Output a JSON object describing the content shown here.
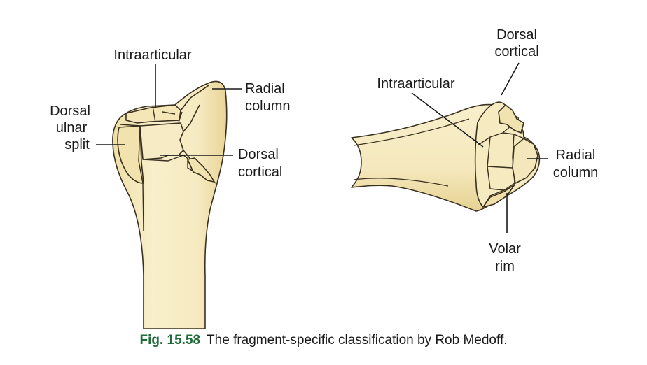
{
  "left_view": {
    "labels": {
      "intraarticular": "Intraarticular",
      "radial_column_1": "Radial",
      "radial_column_2": "column",
      "dorsal_ulnar_split_1": "Dorsal",
      "dorsal_ulnar_split_2": "ulnar",
      "dorsal_ulnar_split_3": "split",
      "dorsal_cortical_1": "Dorsal",
      "dorsal_cortical_2": "cortical"
    }
  },
  "right_view": {
    "labels": {
      "dorsal_cortical_1": "Dorsal",
      "dorsal_cortical_2": "cortical",
      "intraarticular": "Intraarticular",
      "radial_column_1": "Radial",
      "radial_column_2": "column",
      "volar_rim_1": "Volar",
      "volar_rim_2": "rim"
    }
  },
  "caption": {
    "fig_number": "Fig. 15.58",
    "text": "The fragment-specific classification by Rob Medoff."
  },
  "colors": {
    "bone_fill": "#f7ecc4",
    "bone_shade": "#e9d89c",
    "bone_outline": "#3a3020",
    "caption_accent": "#1f6b3a"
  }
}
